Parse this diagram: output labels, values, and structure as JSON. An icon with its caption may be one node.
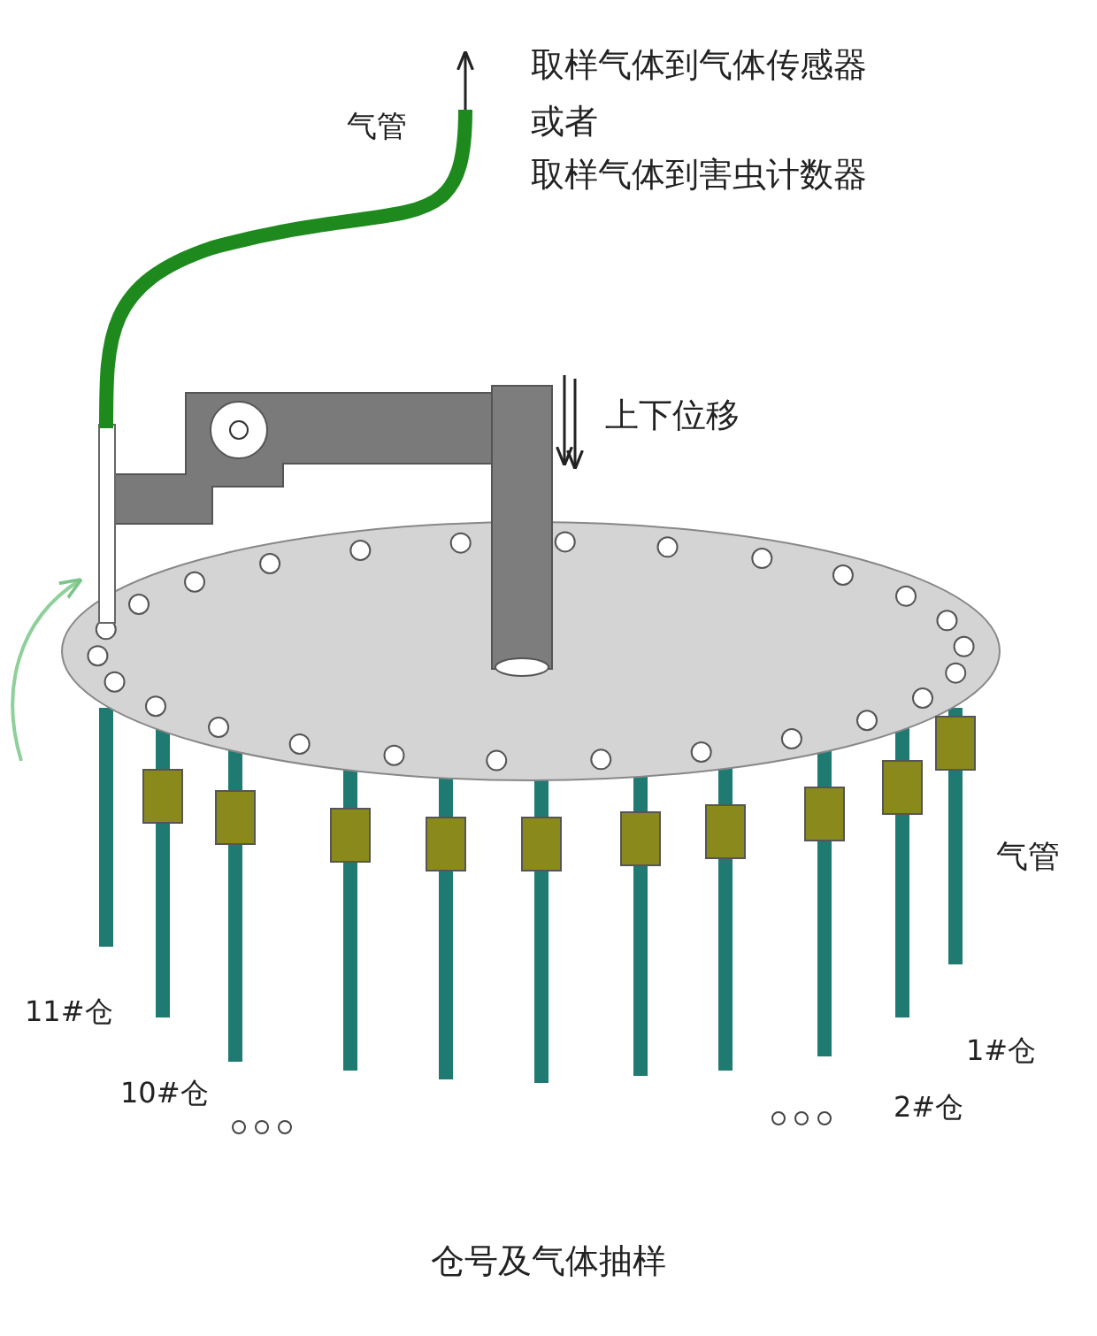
{
  "diagram": {
    "caption": "仓号及气体抽样",
    "labels": [
      "气管",
      "取样气体到气体传感器",
      "或者",
      "取样气体到害虫计数器",
      "上下位移",
      "气管",
      "11#仓",
      "1#仓",
      "10#仓",
      "2#仓"
    ]
  }
}
